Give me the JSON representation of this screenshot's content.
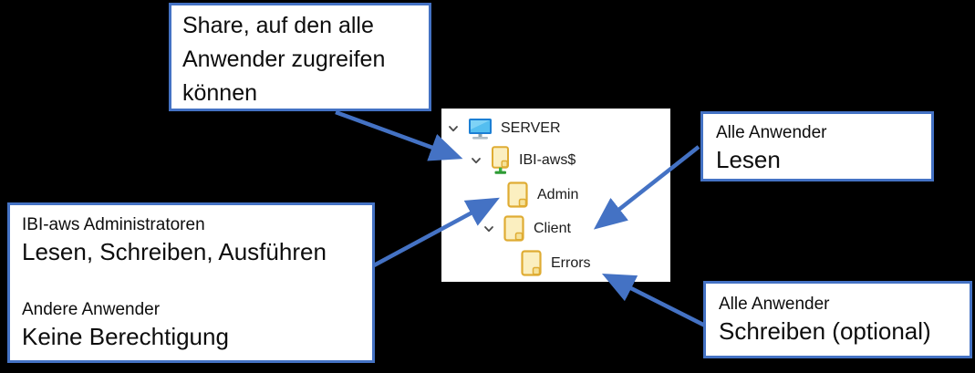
{
  "colors": {
    "background": "#000000",
    "accent_blue": "#4472C4",
    "panel_white": "#ffffff",
    "folder_fill": "#FBEFC0",
    "folder_stroke": "#DFAC33",
    "share_green": "#2E9B35",
    "monitor_blue": "#1B7FD4"
  },
  "callouts": {
    "share": {
      "lines": [
        "Share, auf den alle",
        "Anwender zugreifen",
        "können"
      ]
    },
    "admin_permissions": {
      "groups": [
        {
          "label": "IBI-aws Administratoren",
          "value": "Lesen, Schreiben, Ausführen"
        },
        {
          "label": "Andere Anwender",
          "value": "Keine Berechtigung"
        }
      ]
    },
    "client_permissions": {
      "label": "Alle Anwender",
      "value": "Lesen"
    },
    "errors_permissions": {
      "label": "Alle Anwender",
      "value": "Schreiben (optional)"
    }
  },
  "tree": {
    "items": [
      {
        "label": "SERVER",
        "icon": "computer-icon",
        "expanded": true,
        "level": 0
      },
      {
        "label": "IBI-aws$",
        "icon": "shared-folder-icon",
        "expanded": true,
        "level": 1
      },
      {
        "label": "Admin",
        "icon": "folder-icon",
        "expanded": false,
        "level": 2
      },
      {
        "label": "Client",
        "icon": "folder-icon",
        "expanded": true,
        "level": 2
      },
      {
        "label": "Errors",
        "icon": "folder-icon",
        "expanded": false,
        "level": 3
      }
    ]
  }
}
